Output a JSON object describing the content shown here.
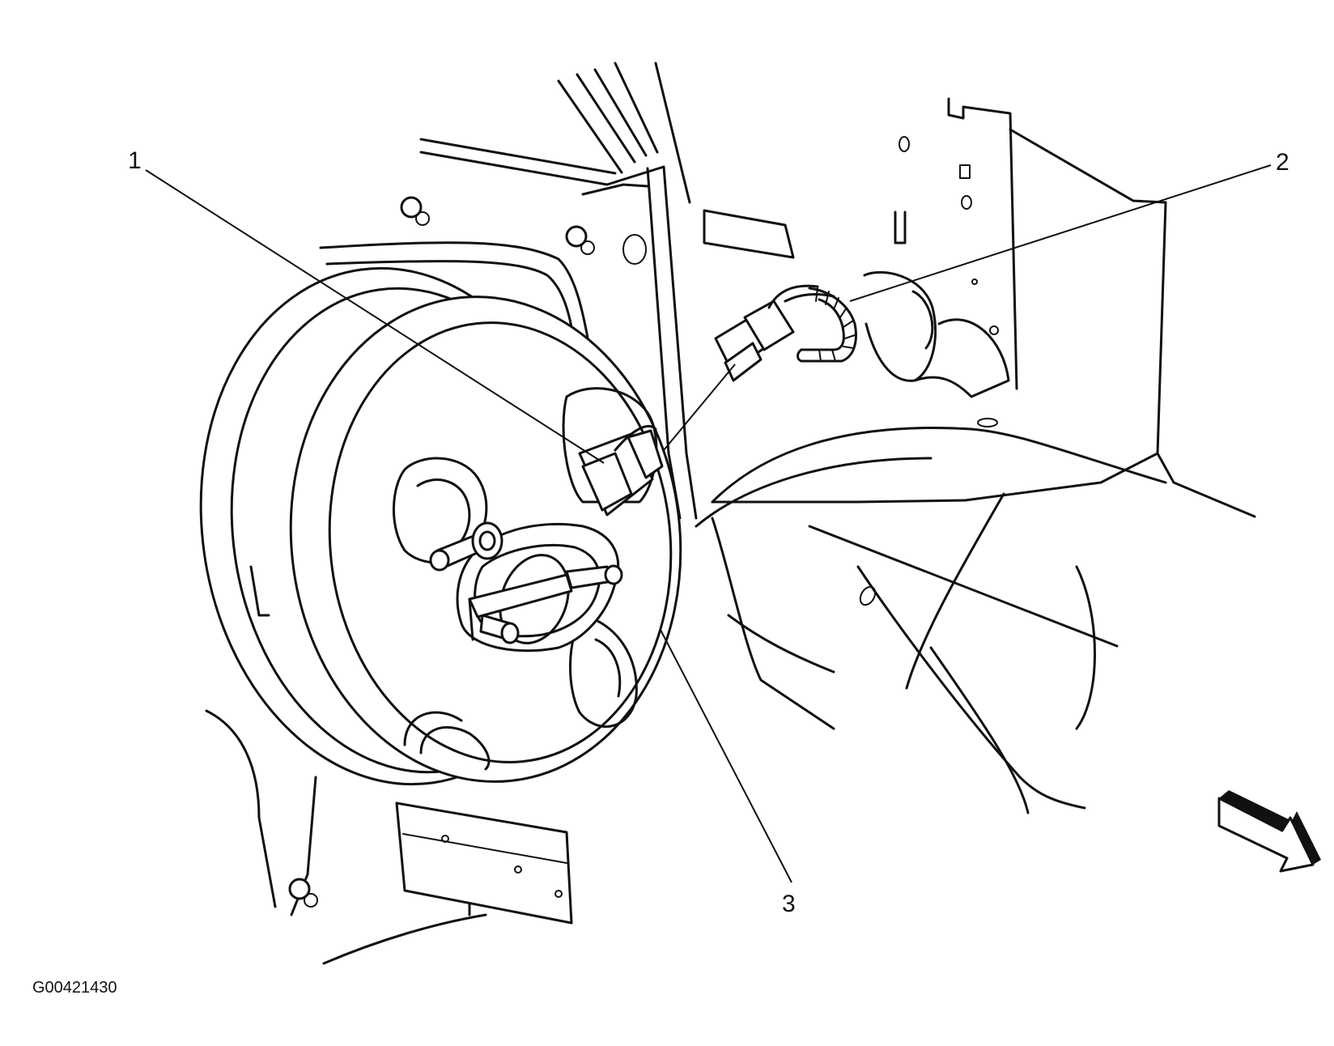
{
  "figure": {
    "callouts": [
      {
        "id": "1",
        "label": "1"
      },
      {
        "id": "2",
        "label": "2"
      },
      {
        "id": "3",
        "label": "3"
      }
    ],
    "figure_id": "G00421430"
  }
}
